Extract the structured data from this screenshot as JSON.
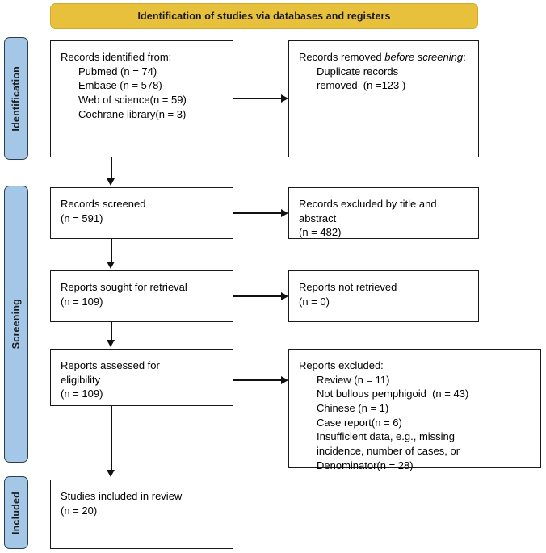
{
  "banner": {
    "title": "Identification of studies via databases and registers",
    "color": "#E8C13C"
  },
  "stages": {
    "color": "#A4C7E8",
    "items": [
      {
        "id": "identification",
        "label": "Identification"
      },
      {
        "id": "screening",
        "label": "Screening"
      },
      {
        "id": "included",
        "label": "Included"
      }
    ]
  },
  "boxes": {
    "identified": {
      "heading": "Records identified from:",
      "lines": [
        "Pubmed (n = 74)",
        "Embase (n = 578)",
        "Web of science(n = 59)",
        "Cochrane library(n = 3)"
      ]
    },
    "removed": {
      "heading_pre": "Records removed ",
      "heading_italic": "before screening",
      "heading_post": ":",
      "lines": [
        "Duplicate records",
        "removed  (n =123 )"
      ]
    },
    "screened": {
      "line1": "Records screened",
      "line2": "(n = 591)"
    },
    "excluded_title_abstract": {
      "line1": "Records excluded by title and",
      "line2": "abstract",
      "line3": "(n = 482)"
    },
    "sought": {
      "line1": "Reports sought for retrieval",
      "line2": "(n = 109)"
    },
    "not_retrieved": {
      "line1": "Reports not retrieved",
      "line2": "(n = 0)"
    },
    "assessed": {
      "line1": "Reports assessed for",
      "line2": "eligibility",
      "line3": "(n = 109)"
    },
    "reports_excluded": {
      "heading": "Reports excluded:",
      "lines": [
        "Review (n = 11)",
        "Not bullous pemphigoid  (n = 43)",
        "Chinese (n = 1)",
        "Case report(n = 6)",
        "Insufficient data, e.g., missing"
      ],
      "cont_lines": [
        "incidence, number of cases, or",
        "Denominator(n = 28)"
      ]
    },
    "included": {
      "line1": "Studies included in review",
      "line2": "(n = 20)"
    }
  }
}
